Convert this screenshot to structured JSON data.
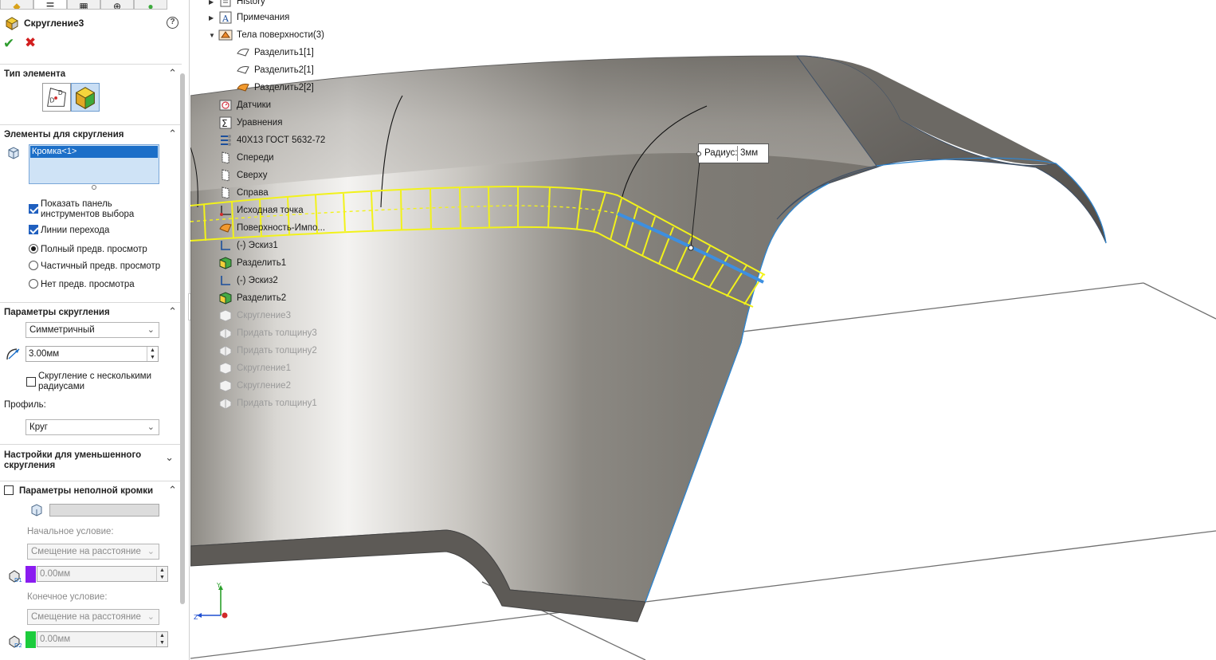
{
  "property_manager": {
    "title": "Скругление3",
    "sections": {
      "element_type": {
        "label": "Тип элемента"
      },
      "items_to_fillet": {
        "label": "Элементы для скругления",
        "selected_item": "Кромка<1>",
        "show_toolbar": "Показать панель инструментов выбора",
        "tangent_propagation": "Линии перехода",
        "preview_full": "Полный предв. просмотр",
        "preview_partial": "Частичный предв. просмотр",
        "preview_none": "Нет предв. просмотра"
      },
      "fillet_params": {
        "label": "Параметры скругления",
        "method": "Симметричный",
        "radius": "3.00мм",
        "multi_radius": "Скругление с несколькими радиусами",
        "profile_label": "Профиль:",
        "profile_value": "Круг"
      },
      "setback": {
        "label": "Настройки для уменьшенного скругления"
      },
      "partial_edge": {
        "label": "Параметры неполной кромки",
        "start_label": "Начальное условие:",
        "start_value": "Смещение на расстояние",
        "start_distance": "0.00мм",
        "end_label": "Конечное условие:",
        "end_value": "Смещение на расстояние",
        "end_distance": "0.00мм",
        "d1_color": "#8a1cf0",
        "d2_color": "#1ccc3c"
      }
    }
  },
  "feature_tree": [
    {
      "label": "History",
      "icon": "history-icon",
      "arrow": "right",
      "indent": 0,
      "grey": false
    },
    {
      "label": "Примечания",
      "icon": "annotations-icon",
      "arrow": "right",
      "indent": 0,
      "grey": false
    },
    {
      "label": "Тела поверхности(3)",
      "icon": "surface-bodies-icon",
      "arrow": "down",
      "indent": 0,
      "grey": false
    },
    {
      "label": "Разделить1[1]",
      "icon": "surface-body-icon",
      "arrow": "",
      "indent": 1,
      "grey": false
    },
    {
      "label": "Разделить2[1]",
      "icon": "surface-body-icon",
      "arrow": "",
      "indent": 1,
      "grey": false
    },
    {
      "label": "Разделить2[2]",
      "icon": "surface-body-active-icon",
      "arrow": "",
      "indent": 1,
      "grey": false
    },
    {
      "label": "Датчики",
      "icon": "sensors-icon",
      "arrow": "",
      "indent": 0,
      "grey": false
    },
    {
      "label": "Уравнения",
      "icon": "equations-icon",
      "arrow": "",
      "indent": 0,
      "grey": false
    },
    {
      "label": "40Х13 ГОСТ 5632-72",
      "icon": "material-icon",
      "arrow": "",
      "indent": 0,
      "grey": false
    },
    {
      "label": "Спереди",
      "icon": "plane-icon",
      "arrow": "",
      "indent": 0,
      "grey": false
    },
    {
      "label": "Сверху",
      "icon": "plane-icon",
      "arrow": "",
      "indent": 0,
      "grey": false
    },
    {
      "label": "Справа",
      "icon": "plane-icon",
      "arrow": "",
      "indent": 0,
      "grey": false
    },
    {
      "label": "Исходная точка",
      "icon": "origin-icon",
      "arrow": "",
      "indent": 0,
      "grey": false
    },
    {
      "label": "Поверхность-Импо...",
      "icon": "imported-surface-icon",
      "arrow": "",
      "indent": 0,
      "grey": false
    },
    {
      "label": "(-) Эскиз1",
      "icon": "sketch-icon",
      "arrow": "",
      "indent": 0,
      "grey": false
    },
    {
      "label": "Разделить1",
      "icon": "split-icon",
      "arrow": "",
      "indent": 0,
      "grey": false
    },
    {
      "label": "(-) Эскиз2",
      "icon": "sketch-icon",
      "arrow": "",
      "indent": 0,
      "grey": false
    },
    {
      "label": "Разделить2",
      "icon": "split-icon",
      "arrow": "",
      "indent": 0,
      "grey": false
    },
    {
      "label": "Скругление3",
      "icon": "fillet-icon",
      "arrow": "",
      "indent": 0,
      "grey": true
    },
    {
      "label": "Придать толщину3",
      "icon": "thicken-icon",
      "arrow": "",
      "indent": 0,
      "grey": true
    },
    {
      "label": "Придать толщину2",
      "icon": "thicken-icon",
      "arrow": "",
      "indent": 0,
      "grey": true
    },
    {
      "label": "Скругление1",
      "icon": "fillet-icon",
      "arrow": "",
      "indent": 0,
      "grey": true
    },
    {
      "label": "Скругление2",
      "icon": "fillet-icon",
      "arrow": "",
      "indent": 0,
      "grey": true
    },
    {
      "label": "Придать толщину1",
      "icon": "thicken-icon",
      "arrow": "",
      "indent": 0,
      "grey": true
    }
  ],
  "callout": {
    "label": "Радиус:",
    "value": "3мм"
  },
  "triad": {
    "y": "Y",
    "z": "Z"
  },
  "colors": {
    "selection_yellow": "#f2f21a",
    "edge_blue": "#3d8fe0",
    "accent_blue": "#1c6fc8"
  }
}
